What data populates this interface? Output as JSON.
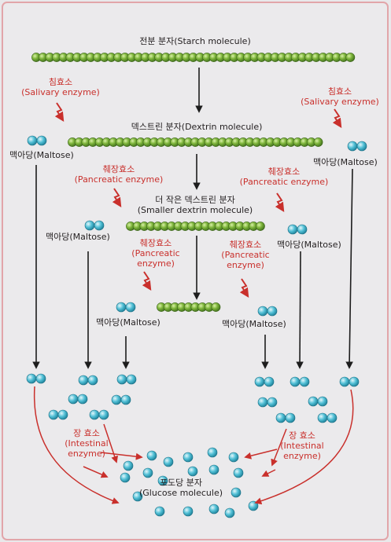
{
  "colors": {
    "background": "#e9e8ea",
    "frame": "#e2a5a9",
    "text": "#231f20",
    "enzyme_red": "#c9302c",
    "chain_green": "#6fa534",
    "glucose_blue": "#3fb8cf",
    "arrow_black": "#1d1d1d"
  },
  "labels": {
    "starch": "전분 분자(Starch molecule)",
    "dextrin": "덱스트린 분자(Dextrin molecule)",
    "smaller_dextrin_ko": "더 작은 덱스트린 분자",
    "smaller_dextrin_en": "(Smaller dextrin molecule)",
    "salivary_ko": "침효소",
    "salivary_en": "(Salivary enzyme)",
    "pancreatic_ko": "췌장효소",
    "pancreatic_en": "(Pancreatic enzyme)",
    "pancreatic_en_1": "(Pancreatic",
    "pancreatic_en_2": "enzyme)",
    "maltose": "맥아당(Maltose)",
    "intestinal_ko": "장 효소",
    "intestinal_en_1": "(Intestinal",
    "intestinal_en_2": "enzyme)",
    "glucose_ko": "포도당 분자",
    "glucose_en": "(Glucose molecule)"
  },
  "icons": {
    "chain": "green-bead-chain",
    "maltose": "paired-blue-circles",
    "glucose": "single-blue-circle",
    "enzyme": "red-lightning-bolt",
    "flow": "arrow"
  }
}
